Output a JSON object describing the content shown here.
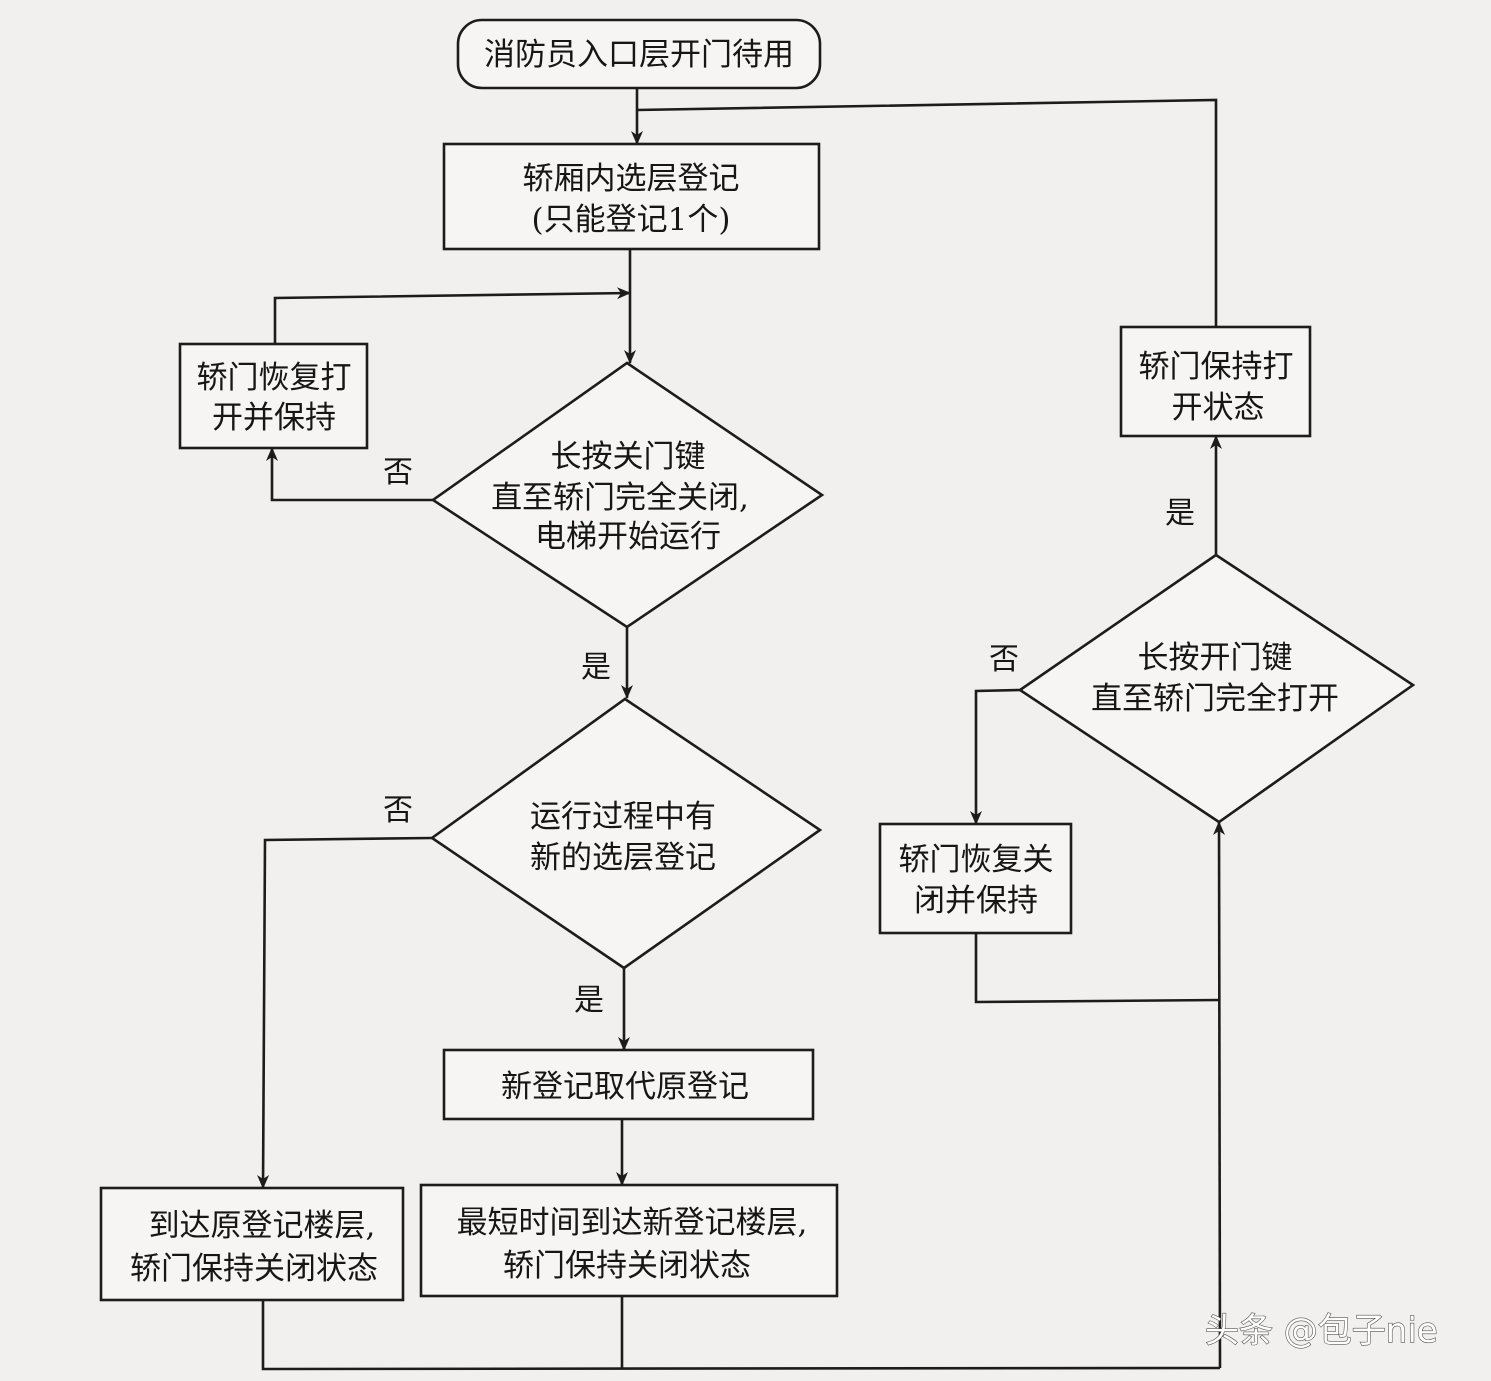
{
  "nodes": {
    "start": {
      "line1": "消防员入口层开门待用"
    },
    "select_floor": {
      "line1": "轿厢内选层登记",
      "line2": "(只能登记1个)"
    },
    "door_reopen_hold": {
      "line1": "轿门恢复打",
      "line2": "开并保持"
    },
    "close_button_decision": {
      "line1": "长按关门键",
      "line2": "直至轿门完全关闭,",
      "line3": "电梯开始运行"
    },
    "new_registration_decision": {
      "line1": "运行过程中有",
      "line2": "新的选层登记"
    },
    "replace_registration": {
      "line1": "新登记取代原登记"
    },
    "arrive_original": {
      "line1": "到达原登记楼层,",
      "line2": "轿门保持关闭状态"
    },
    "arrive_new": {
      "line1": "最短时间到达新登记楼层,",
      "line2": "轿门保持关闭状态"
    },
    "open_button_decision": {
      "line1": "长按开门键",
      "line2": "直至轿门完全打开"
    },
    "door_reclose_hold": {
      "line1": "轿门恢复关",
      "line2": "闭并保持"
    },
    "door_keep_open": {
      "line1": "轿门保持打",
      "line2": "开状态"
    }
  },
  "edge_labels": {
    "close_no": "否",
    "close_yes": "是",
    "new_no": "否",
    "new_yes": "是",
    "open_no": "否",
    "open_yes": "是"
  },
  "watermark": "头条 @包子nie"
}
